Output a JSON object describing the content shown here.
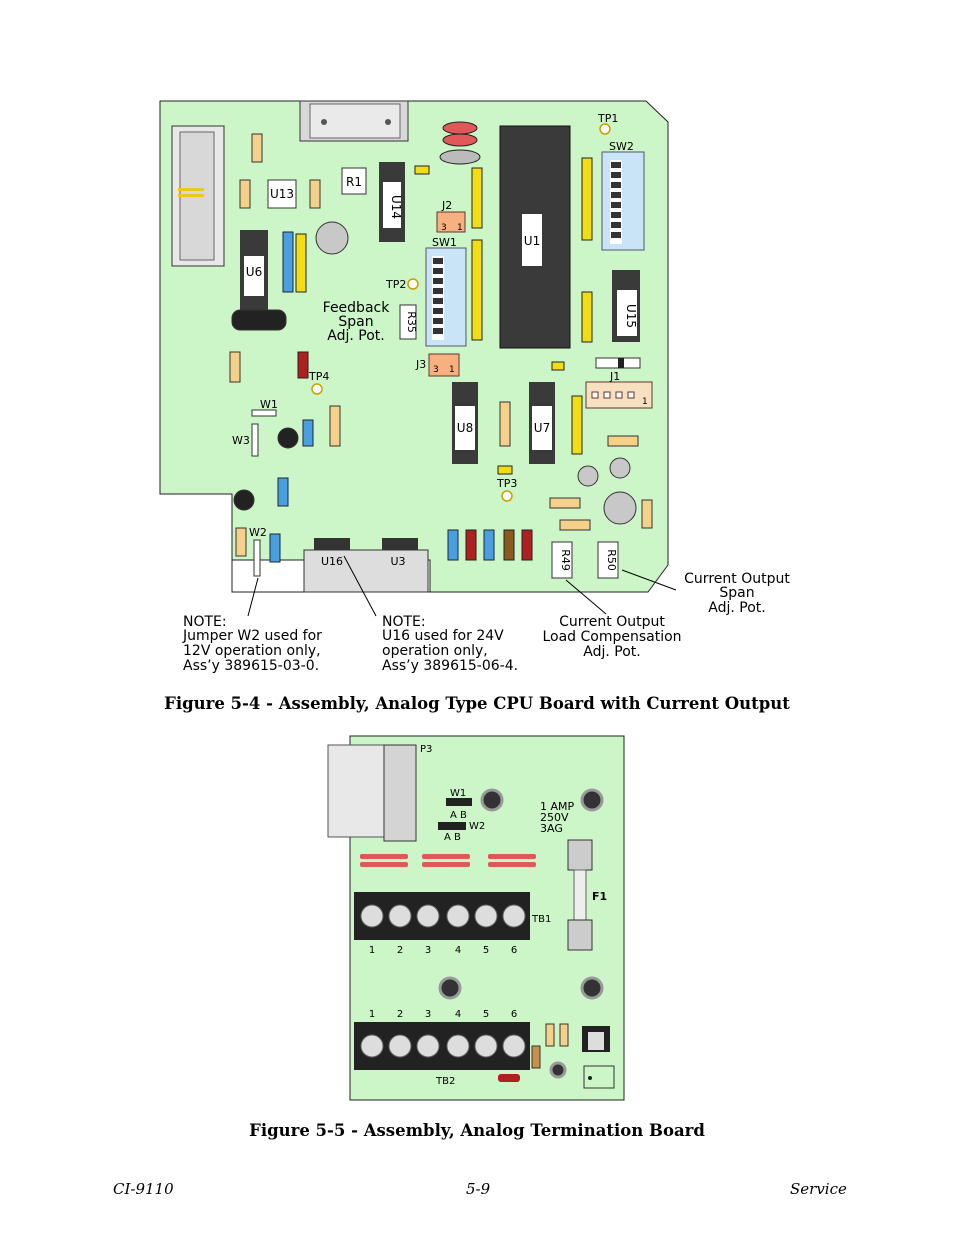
{
  "figure1": {
    "caption": "Figure 5-4 - Assembly, Analog Type CPU Board with Current Output",
    "components": {
      "tp1": "TP1",
      "sw2": "SW2",
      "r1": "R1",
      "u13": "U13",
      "u14": "U14",
      "j2": "J2",
      "sw1": "SW1",
      "u1": "U1",
      "u6": "U6",
      "tp2": "TP2",
      "r35": "R35",
      "u15": "U15",
      "j3": "J3",
      "j1": "J1",
      "tp4": "TP4",
      "w1": "W1",
      "w3": "W3",
      "u8": "U8",
      "u7": "U7",
      "tp3": "TP3",
      "w2": "W2",
      "u16": "U16",
      "u3": "U3",
      "r49": "R49",
      "r50": "R50"
    },
    "jumper_pins": {
      "left": "3",
      "right": "1"
    },
    "feedback_label": [
      "Feedback",
      "Span",
      "Adj. Pot."
    ],
    "span_label": [
      "Current Output",
      "Span",
      "Adj. Pot."
    ],
    "load_label": [
      "Current Output",
      "Load Compensation",
      "Adj. Pot."
    ],
    "note_w2": [
      "NOTE:",
      "Jumper W2 used for",
      "12V operation only,",
      "Ass’y 389615-03-0."
    ],
    "note_u16": [
      "NOTE:",
      "U16 used for 24V",
      "operation only,",
      "Ass’y 389615-06-4."
    ]
  },
  "figure2": {
    "caption": "Figure 5-5 - Assembly, Analog Termination Board",
    "labels": {
      "p3": "P3",
      "w1": "W1",
      "w2": "W2",
      "ab": "A B",
      "tb1": "TB1",
      "tb2": "TB2",
      "f1": "F1"
    },
    "fuse_label": [
      "1 AMP",
      "250V",
      "3AG"
    ],
    "terminal_numbers": [
      "1",
      "2",
      "3",
      "4",
      "5",
      "6"
    ]
  },
  "footer": {
    "left": "CI-9110",
    "center": "5-9",
    "right": "Service"
  },
  "colors": {
    "board": "#ccf5c8",
    "ic": "#3a3a3a",
    "yellow": "#f2dd14",
    "blue": "#48a0e0",
    "red_bead": "#e05858"
  }
}
